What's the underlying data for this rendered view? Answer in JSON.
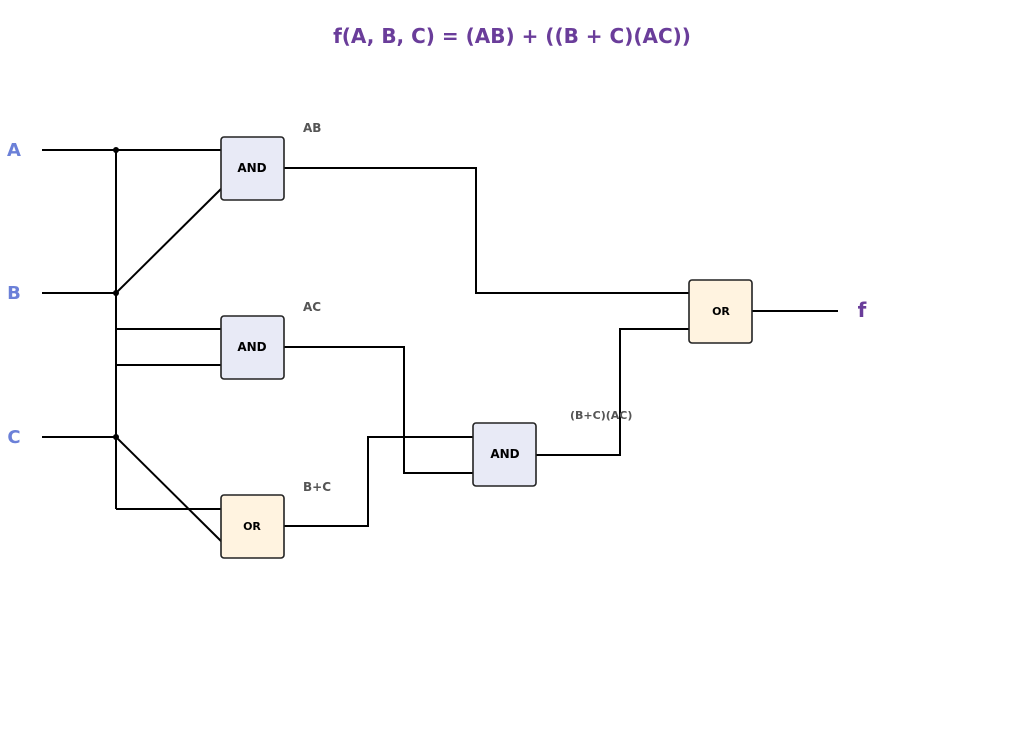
{
  "title": "f(A, B, C) = (AB) + ((B + C)(AC))",
  "inputs": [
    {
      "name": "A"
    },
    {
      "name": "B"
    },
    {
      "name": "C"
    }
  ],
  "output": {
    "name": "f"
  },
  "gates": [
    {
      "id": "and_ab",
      "type": "AND",
      "label": "AB"
    },
    {
      "id": "and_ac",
      "type": "AND",
      "label": "AC"
    },
    {
      "id": "or_bc",
      "type": "OR",
      "label": "B+C"
    },
    {
      "id": "and_bc_ac",
      "type": "AND",
      "label": "(B+C)(AC)"
    },
    {
      "id": "or_final",
      "type": "OR",
      "label": ""
    }
  ],
  "colors": {
    "title": "#6a3d9a",
    "inputs": "#6b80d8",
    "output": "#6a3d9a",
    "and_fill": "#e8eaf6",
    "or_fill": "#fff3e0",
    "wire": "#000000",
    "gate_label": "#555555"
  }
}
